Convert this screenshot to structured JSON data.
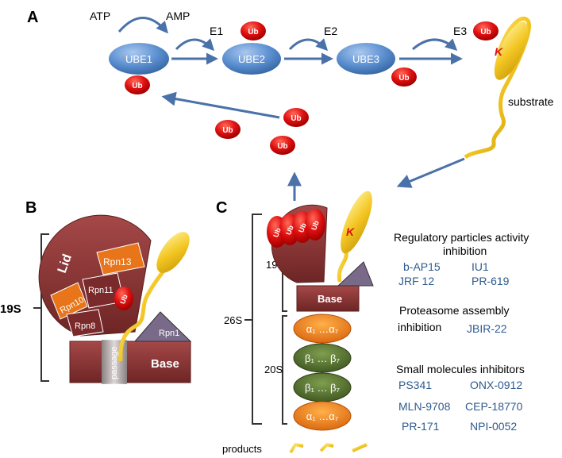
{
  "panels": {
    "a": "A",
    "b": "B",
    "c": "C"
  },
  "cascade": {
    "atp": "ATP",
    "amp": "AMP",
    "e1": "E1",
    "e2": "E2",
    "e3": "E3",
    "ube1": "UBE1",
    "ube2": "UBE2",
    "ube3": "UBE3",
    "ub": "Ub",
    "k": "K",
    "substrate": "substrate"
  },
  "panel_b": {
    "label_19s": "19S",
    "lid": "Lid",
    "rpn13": "Rpn13",
    "rpn11": "Rpn11",
    "rpn10": "Rpn10",
    "rpn8": "Rpn8",
    "rpn1": "Rpn1",
    "ub": "Ub",
    "passage": "passage",
    "base": "Base"
  },
  "panel_c": {
    "label_26s": "26S",
    "label_19s": "19S",
    "label_20s": "20S",
    "base": "Base",
    "ub": "Ub",
    "k": "K",
    "rings": [
      "α₁ …α₇",
      "β₁ … β₇",
      "β₁ … β₇",
      "α₁ …α₇"
    ],
    "products": "products"
  },
  "inhibitors": {
    "reg_title_1": "Regulatory particles activity",
    "reg_title_2": "inhibition",
    "reg_items": [
      "b-AP15",
      "IU1",
      "JRF 12",
      "PR-619"
    ],
    "assembly_title_1": "Proteasome assembly",
    "assembly_title_2": "inhibition",
    "assembly_item": "JBIR-22",
    "small_title": "Small molecules inhibitors",
    "small_items": [
      "PS341",
      "ONX-0912",
      "MLN-9708",
      "CEP-18770",
      "PR-171",
      "NPI-0052"
    ]
  },
  "colors": {
    "arrow": "#4a72a8",
    "enzyme": "#5a8fd0",
    "ub": "#e01010",
    "maroon": "#8b3434",
    "orange": "#e8751a",
    "green": "#4e6b2c",
    "substrate": "#f3c623",
    "inhibitor_text": "#2e5b8e"
  }
}
